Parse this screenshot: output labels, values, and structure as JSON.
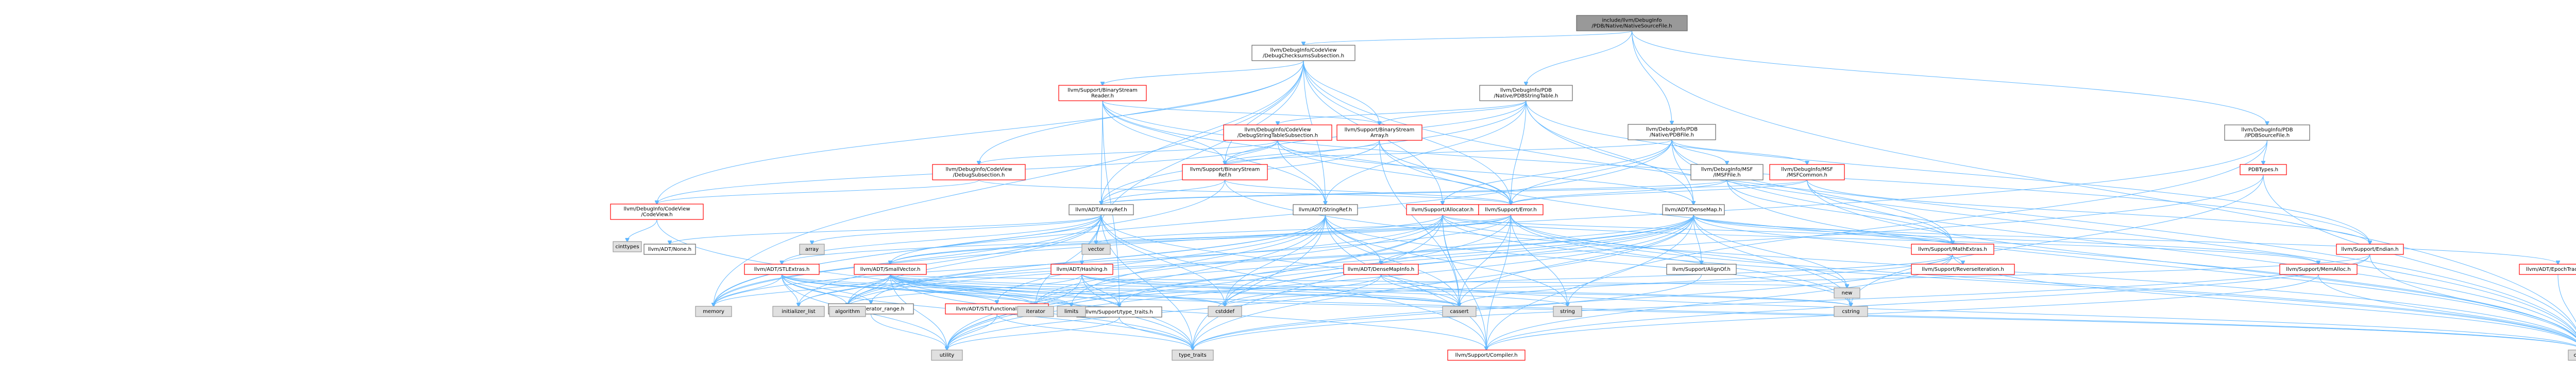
{
  "graph": {
    "colors": {
      "root_fill": "#999999",
      "root_border": "#666666",
      "linked_fill": "#ffffff",
      "linked_border_black": "#666666",
      "linked_border_red": "#ff0000",
      "system_fill": "#e0e0e0",
      "system_border": "#999999",
      "edge": "#63b8ff",
      "text": "#000000",
      "red_text": "#000000"
    },
    "nodes": [
      {
        "id": "root",
        "kind": "root",
        "lines": [
          "include/llvm/DebugInfo",
          "/PDB/Native/NativeSourceFile.h"
        ]
      },
      {
        "id": "dcs",
        "kind": "black",
        "lines": [
          "llvm/DebugInfo/CodeView",
          "/DebugChecksumsSubsection.h"
        ]
      },
      {
        "id": "pdbstrtab",
        "kind": "black",
        "lines": [
          "llvm/DebugInfo/PDB",
          "/Native/PDBStringTable.h"
        ]
      },
      {
        "id": "pdbfile",
        "kind": "black",
        "lines": [
          "llvm/DebugInfo/PDB",
          "/Native/PDBFile.h"
        ]
      },
      {
        "id": "ipdbsf",
        "kind": "black",
        "lines": [
          "llvm/DebugInfo/PDB",
          "/IPDBSourceFile.h"
        ]
      },
      {
        "id": "bsreader",
        "kind": "red",
        "lines": [
          "llvm/Support/BinaryStream",
          "Reader.h"
        ]
      },
      {
        "id": "bsarray",
        "kind": "red",
        "lines": [
          "llvm/Support/BinaryStream",
          "Array.h"
        ]
      },
      {
        "id": "dsts",
        "kind": "red",
        "lines": [
          "llvm/DebugInfo/CodeView",
          "/DebugStringTableSubsection.h"
        ]
      },
      {
        "id": "msfmsf",
        "kind": "black",
        "lines": [
          "llvm/DebugInfo/MSF",
          "/IMSFFile.h"
        ]
      },
      {
        "id": "msfcommon",
        "kind": "red",
        "lines": [
          "llvm/DebugInfo/MSF",
          "/MSFCommon.h"
        ]
      },
      {
        "id": "pdbtypes",
        "kind": "red",
        "lines": [
          "PDBTypes.h"
        ]
      },
      {
        "id": "debugsub",
        "kind": "red",
        "lines": [
          "llvm/DebugInfo/CodeView",
          "/DebugSubsection.h"
        ]
      },
      {
        "id": "bsref",
        "kind": "red",
        "lines": [
          "llvm/Support/BinaryStream",
          "Ref.h"
        ]
      },
      {
        "id": "codeview",
        "kind": "red",
        "lines": [
          "llvm/DebugInfo/CodeView",
          "/CodeView.h"
        ]
      },
      {
        "id": "arrayref",
        "kind": "black",
        "lines": [
          "llvm/ADT/ArrayRef.h"
        ]
      },
      {
        "id": "stringref",
        "kind": "black",
        "lines": [
          "llvm/ADT/StringRef.h"
        ]
      },
      {
        "id": "allocator",
        "kind": "red",
        "lines": [
          "llvm/Support/Allocator.h"
        ]
      },
      {
        "id": "error",
        "kind": "red",
        "lines": [
          "llvm/Support/Error.h"
        ]
      },
      {
        "id": "densemap",
        "kind": "black",
        "lines": [
          "llvm/ADT/DenseMap.h"
        ]
      },
      {
        "id": "cstdint_top",
        "kind": "sys",
        "lines": [
          "cinttypes"
        ]
      },
      {
        "id": "none",
        "kind": "black",
        "lines": [
          "llvm/ADT/None.h"
        ]
      },
      {
        "id": "array",
        "kind": "sys",
        "lines": [
          "array"
        ]
      },
      {
        "id": "stlextras",
        "kind": "red",
        "lines": [
          "llvm/ADT/STLExtras.h"
        ]
      },
      {
        "id": "smallvector",
        "kind": "red",
        "lines": [
          "llvm/ADT/SmallVector.h"
        ]
      },
      {
        "id": "hashing",
        "kind": "red",
        "lines": [
          "llvm/ADT/Hashing.h"
        ]
      },
      {
        "id": "vector",
        "kind": "sys",
        "lines": [
          "vector"
        ]
      },
      {
        "id": "densemapinfo",
        "kind": "red",
        "lines": [
          "llvm/ADT/DenseMapInfo.h"
        ]
      },
      {
        "id": "alignof",
        "kind": "black",
        "lines": [
          "llvm/Support/AlignOf.h"
        ]
      },
      {
        "id": "reverseiter",
        "kind": "red",
        "lines": [
          "llvm/Support/ReverseIteration.h"
        ]
      },
      {
        "id": "mathextras",
        "kind": "red",
        "lines": [
          "llvm/Support/MathExtras.h"
        ]
      },
      {
        "id": "memalloc",
        "kind": "red",
        "lines": [
          "llvm/Support/MemAlloc.h"
        ]
      },
      {
        "id": "endian",
        "kind": "red",
        "lines": [
          "llvm/Support/Endian.h"
        ]
      },
      {
        "id": "epoch",
        "kind": "red",
        "lines": [
          "llvm/ADT/EpochTracker.h"
        ]
      },
      {
        "id": "iterrange",
        "kind": "black",
        "lines": [
          "llvm/ADT/iterator_range.h"
        ]
      },
      {
        "id": "stlfunc",
        "kind": "red",
        "lines": [
          "llvm/ADT/STLFunctionalExtras.h"
        ]
      },
      {
        "id": "typetraits",
        "kind": "black",
        "lines": [
          "llvm/Support/type_traits.h"
        ]
      },
      {
        "id": "compiler",
        "kind": "red",
        "lines": [
          "llvm/Support/Compiler.h"
        ]
      },
      {
        "id": "memory",
        "kind": "sys",
        "lines": [
          "memory"
        ]
      },
      {
        "id": "initlist",
        "kind": "sys",
        "lines": [
          "initializer_list"
        ]
      },
      {
        "id": "algorithm",
        "kind": "sys",
        "lines": [
          "algorithm"
        ]
      },
      {
        "id": "iterator",
        "kind": "sys",
        "lines": [
          "iterator"
        ]
      },
      {
        "id": "limits",
        "kind": "sys",
        "lines": [
          "limits"
        ]
      },
      {
        "id": "cstddef",
        "kind": "sys",
        "lines": [
          "cstddef"
        ]
      },
      {
        "id": "cassert",
        "kind": "sys",
        "lines": [
          "cassert"
        ]
      },
      {
        "id": "string",
        "kind": "sys",
        "lines": [
          "string"
        ]
      },
      {
        "id": "cstring",
        "kind": "sys",
        "lines": [
          "cstring"
        ]
      },
      {
        "id": "new",
        "kind": "sys",
        "lines": [
          "new"
        ]
      },
      {
        "id": "utility",
        "kind": "sys",
        "lines": [
          "utility"
        ]
      },
      {
        "id": "typetraits_sys",
        "kind": "sys",
        "lines": [
          "type_traits"
        ]
      },
      {
        "id": "cstdint",
        "kind": "sys",
        "lines": [
          "cstdint"
        ]
      }
    ]
  }
}
